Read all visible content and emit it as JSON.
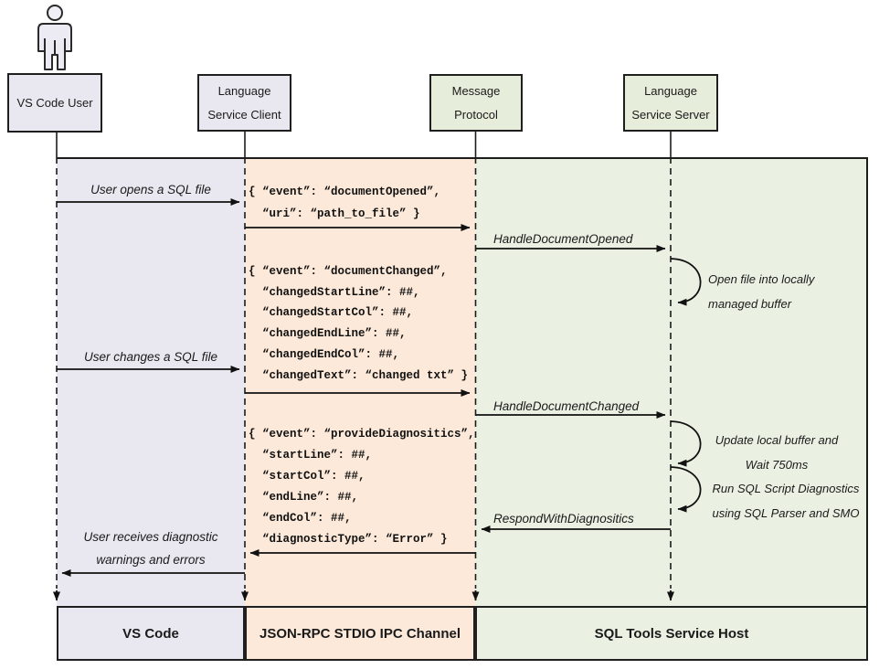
{
  "title": "SQL Tools Service sequence diagram",
  "colors": {
    "zone_vscode": "#e9e8f1",
    "zone_ipc": "#fce9d9",
    "zone_host": "#eaf1e3",
    "actor_box_lavender": "#e9e8f1",
    "actor_box_green": "#e6eedb",
    "line": "#1c1c1c"
  },
  "actors": {
    "user": {
      "line1": "VS Code User",
      "line2": ""
    },
    "client": {
      "line1": "Language",
      "line2": "Service Client"
    },
    "protocol": {
      "line1": "Message",
      "line2": "Protocol"
    },
    "server": {
      "line1": "Language",
      "line2": "Service Server"
    }
  },
  "lanes": {
    "vscode": "VS Code",
    "ipc": "JSON-RPC STDIO IPC Channel",
    "host": "SQL Tools Service Host"
  },
  "messages": {
    "open_file": "User opens a SQL file",
    "change_file": "User changes a SQL file",
    "receive_line1": "User receives diagnostic",
    "receive_line2": "warnings and errors",
    "handle_opened": "HandleDocumentOpened",
    "handle_changed": "HandleDocumentChanged",
    "respond": "RespondWithDiagnositics"
  },
  "notes": {
    "open_buffer_line1": "Open file into locally",
    "open_buffer_line2": "managed buffer",
    "update_line1": "Update local buffer and",
    "update_line2": "Wait 750ms",
    "run_line1": "Run SQL Script Diagnostics",
    "run_line2": "using SQL Parser and SMO"
  },
  "payloads": {
    "document_opened": [
      "{ “event”: “documentOpened”,",
      "  “uri”: “path_to_file” }"
    ],
    "document_changed": [
      "{ “event”: “documentChanged”,",
      "  “changedStartLine”: ##,",
      "  “changedStartCol”: ##,",
      "  “changedEndLine”: ##,",
      "  “changedEndCol”: ##,",
      "  “changedText”: “changed txt” }"
    ],
    "provide_diagnostics": [
      "{ “event”: “provideDiagnositics”,",
      "  “startLine”: ##,",
      "  “startCol”: ##,",
      "  “endLine”: ##,",
      "  “endCol”: ##,",
      "  “diagnosticType”: “Error” }"
    ]
  }
}
